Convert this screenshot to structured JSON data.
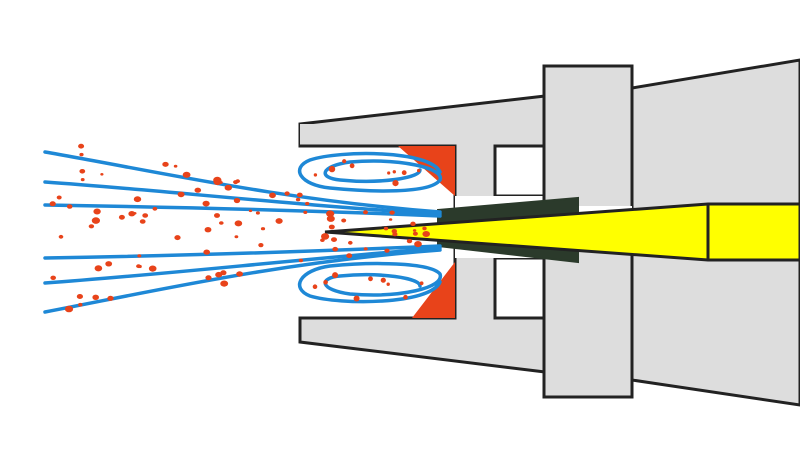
{
  "diagram": {
    "colors": {
      "background": "#ffffff",
      "housing_fill": "#dddddd",
      "outline": "#222222",
      "flow_lines": "#1e88d6",
      "particles": "#e8431a",
      "deposit": "#e8431a",
      "needle": "#ffff00",
      "nozzle_tip": "#2b3a2b"
    },
    "components": [
      {
        "id": "outer-housing",
        "label": ""
      },
      {
        "id": "mounting-flange",
        "label": ""
      },
      {
        "id": "inner-cavity",
        "label": ""
      },
      {
        "id": "needle",
        "label": ""
      },
      {
        "id": "nozzle-tip",
        "label": ""
      },
      {
        "id": "recirculation-vortices",
        "label": ""
      },
      {
        "id": "spray-particles",
        "label": ""
      },
      {
        "id": "edge-deposits",
        "label": ""
      }
    ]
  }
}
